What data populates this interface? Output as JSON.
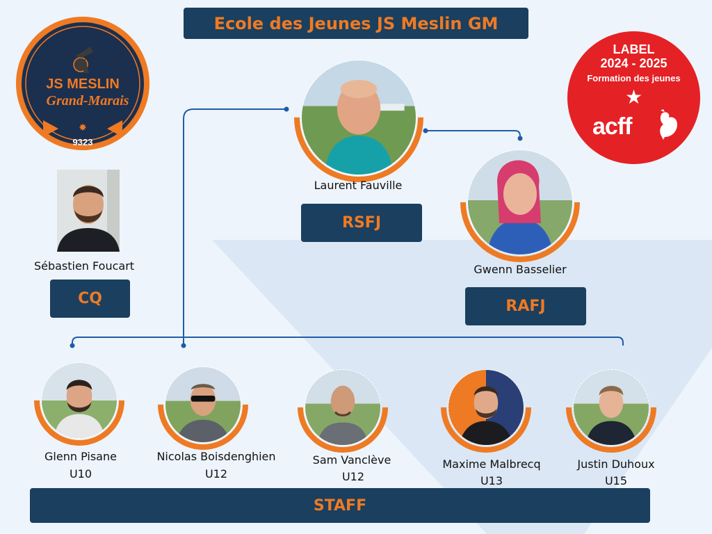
{
  "title": "Ecole des Jeunes JS Meslin GM",
  "club_logo": {
    "line1": "JS MESLIN",
    "line2": "Grand-Marais",
    "number": "9323",
    "icon": "football-player-icon"
  },
  "label_badge": {
    "line1": "LABEL",
    "line2": "2024 - 2025",
    "line3": "Formation des jeunes",
    "star": "★",
    "brand": "acff",
    "icon": "rooster-icon",
    "colors": {
      "background": "#e42125",
      "text": "#ffffff"
    }
  },
  "leaders": {
    "rsfj": {
      "name": "Laurent Fauville",
      "role": "RSFJ"
    },
    "rafj": {
      "name": "Gwenn Basselier",
      "role": "RAFJ"
    },
    "cq": {
      "name": "Sébastien Foucart",
      "role": "CQ"
    }
  },
  "staff": {
    "label": "STAFF",
    "members": [
      {
        "name": "Glenn Pisane",
        "team": "U10"
      },
      {
        "name": "Nicolas Boisdenghien",
        "team": "U12"
      },
      {
        "name": "Sam Vanclève",
        "team": "U12"
      },
      {
        "name": "Maxime Malbrecq",
        "team": "U13"
      },
      {
        "name": "Justin Duhoux",
        "team": "U15"
      }
    ]
  },
  "colors": {
    "navy": "#1b3f5e",
    "orange": "#ee7a24",
    "connector": "#1f5ba8",
    "background": "#edf4fb"
  }
}
